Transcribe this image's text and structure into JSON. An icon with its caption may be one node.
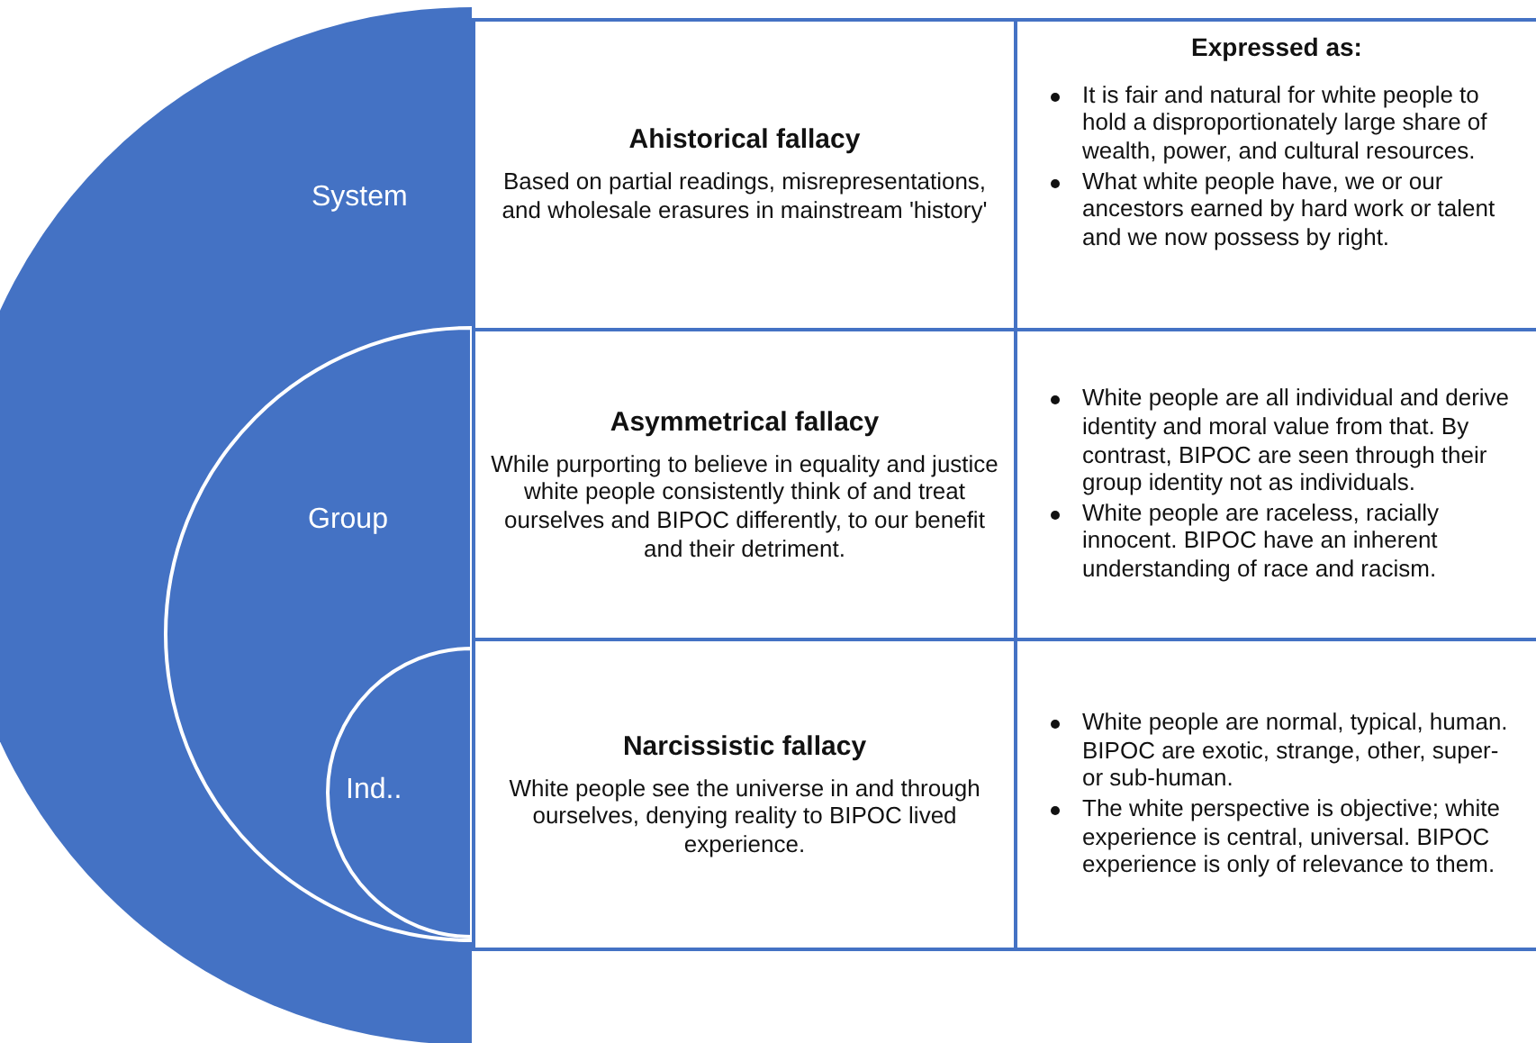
{
  "diagram": {
    "nodes": [
      {
        "text": [
          "System"
        ]
      },
      {
        "text": [
          "Group"
        ],
        "in": 0
      },
      {
        "text": [
          "Ind.."
        ],
        "in": 1
      },
      {
        "text": [
          "Ahistorical fallacy",
          "Based on partial readings, misrepresentations, and wholesale erasures in mainstream 'history'"
        ]
      },
      {
        "text": [
          "Expressed as:",
          "It is fair and natural for white people to hold a disproportionately large share of wealth, power, and cultural resources.",
          "What white people have, we or our ancestors earned by hard work or talent and we now possess by right."
        ]
      },
      {
        "text": [
          "Asymmetrical fallacy",
          "While purporting to believe in equality and justice white people consistently think of and treat ourselves and BIPOC differently, to our benefit and their detriment."
        ]
      },
      {
        "text": [
          "White people are all individual and derive identity and moral value from that. By contrast, BIPOC are seen through their group identity not as individuals.",
          "White people are raceless, racially innocent. BIPOC have an inherent understanding of race and racism."
        ]
      },
      {
        "text": [
          "Narcissistic fallacy",
          "White people see the universe in and through ourselves, denying reality to BIPOC lived experience."
        ]
      },
      {
        "text": [
          "White people are normal, typical, human. BIPOC are exotic, strange, other, super- or sub-human.",
          "The white perspective is objective; white experience is central, universal. BIPOC experience is only of relevance to them."
        ]
      }
    ]
  }
}
